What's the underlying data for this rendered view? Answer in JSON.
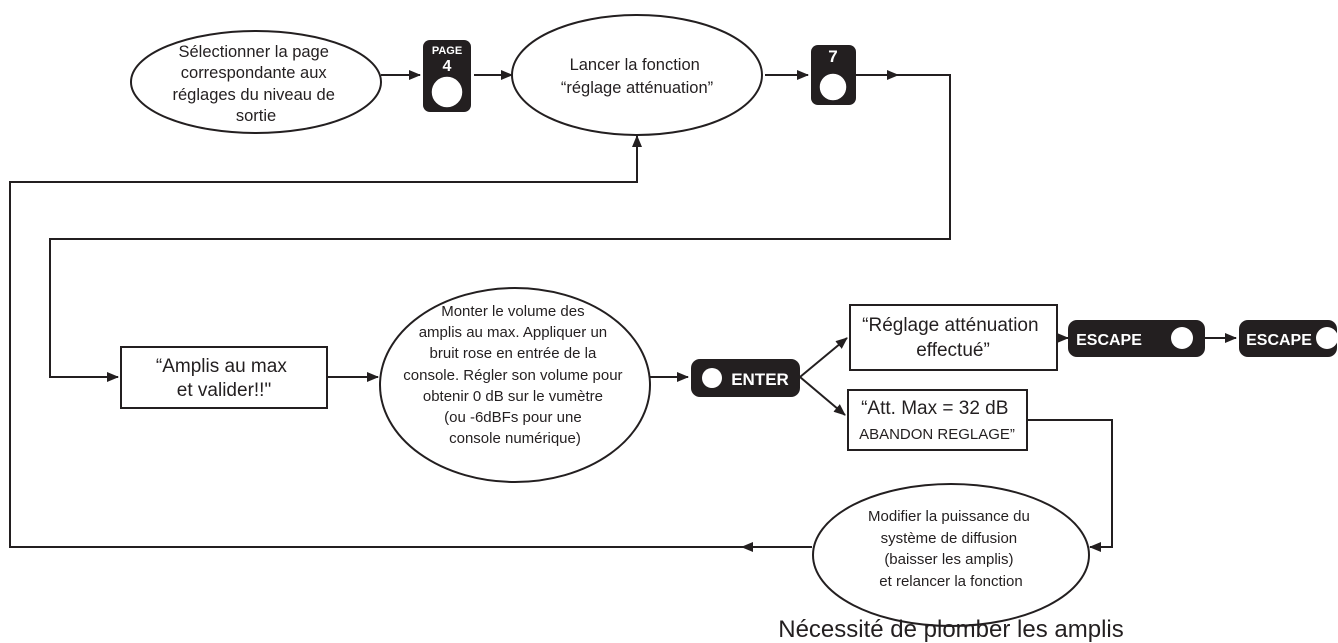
{
  "nodes": {
    "select_page": [
      "Sélectionner la page",
      "correspondante aux",
      "réglages du niveau de",
      "sortie"
    ],
    "launch_function": [
      "Lancer la fonction",
      "“réglage atténuation”"
    ],
    "amplis_max": [
      "“Amplis au max",
      "et valider!!\""
    ],
    "monter_volume": [
      "Monter le volume des",
      "amplis au max. Appliquer un",
      "bruit  rose en entrée de la",
      "console. Régler son volume pour",
      "obtenir 0 dB sur le vumètre",
      "(ou -6dBFs pour une",
      "console numérique)"
    ],
    "reglage_effectue": [
      "“Réglage atténuation",
      "effectué”"
    ],
    "att_max": [
      "“Att. Max = 32 dB",
      "ABANDON REGLAGE”"
    ],
    "modifier_puissance": [
      "Modifier la puissance du",
      "système de diffusion",
      "(baisser les amplis)",
      "et relancer la fonction"
    ]
  },
  "keys": {
    "page_key_top": "PAGE",
    "page_key_number": "4",
    "seven_key": "7",
    "enter_key": "ENTER",
    "escape_key_1": "ESCAPE",
    "escape_key_2": "ESCAPE"
  },
  "caption": "Nécessité de plomber les amplis",
  "colors": {
    "ink": "#231f20",
    "background": "#ffffff"
  }
}
